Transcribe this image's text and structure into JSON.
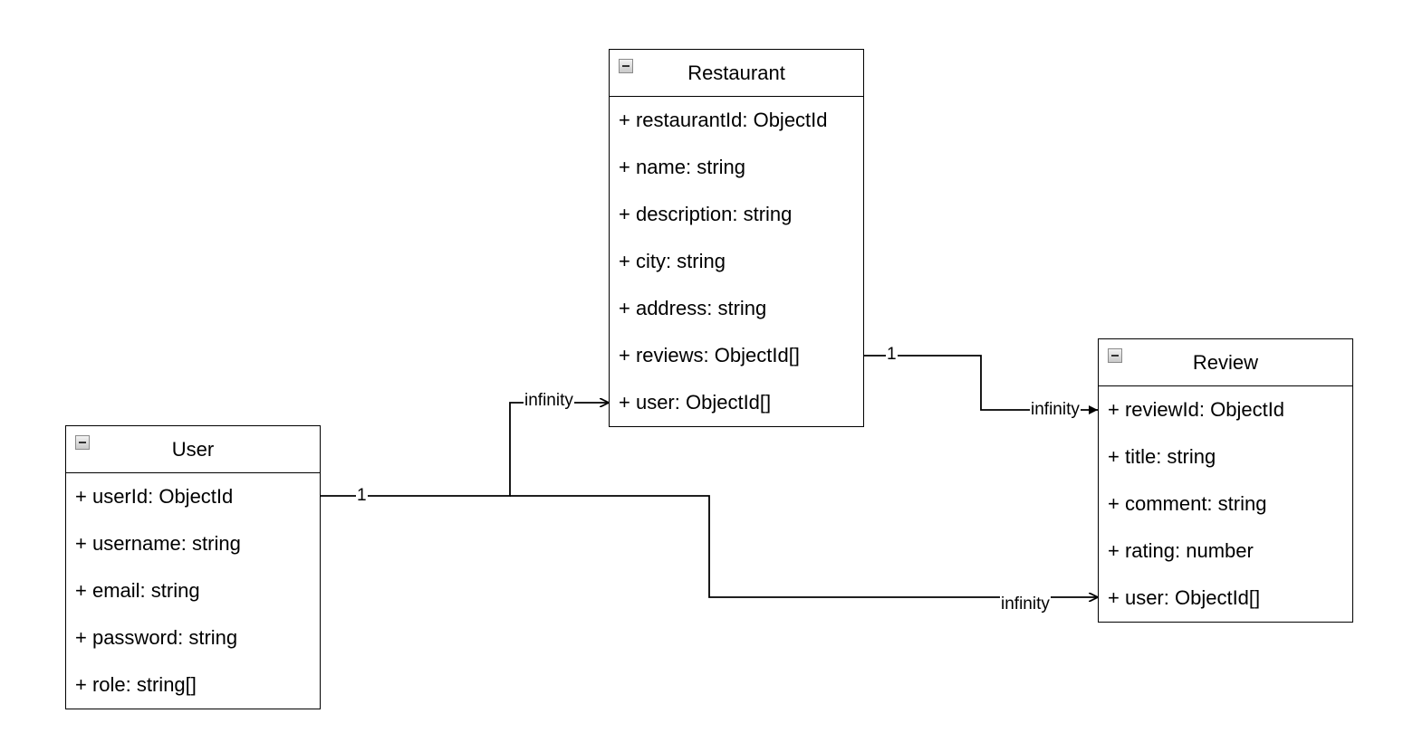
{
  "classes": {
    "restaurant": {
      "title": "Restaurant",
      "attributes": [
        "+ restaurantId: ObjectId",
        "+ name: string",
        "+ description: string",
        "+ city: string",
        "+ address: string",
        "+ reviews: ObjectId[]",
        "+ user: ObjectId[]"
      ]
    },
    "review": {
      "title": "Review",
      "attributes": [
        "+ reviewId: ObjectId",
        "+ title: string",
        "+ comment: string",
        "+ rating: number",
        "+ user: ObjectId[]"
      ]
    },
    "user": {
      "title": "User",
      "attributes": [
        "+ userId: ObjectId",
        "+ username: string",
        "+ email: string",
        "+ password: string",
        "+ role: string[]"
      ]
    }
  },
  "relations": {
    "restaurant_review": {
      "source_label": "1",
      "target_label": "infinity"
    },
    "user_restaurant": {
      "source_label": "1",
      "target_label": "infinity"
    },
    "user_review": {
      "target_label": "infinity"
    }
  },
  "colors": {
    "stroke": "#000000",
    "background": "#ffffff"
  }
}
